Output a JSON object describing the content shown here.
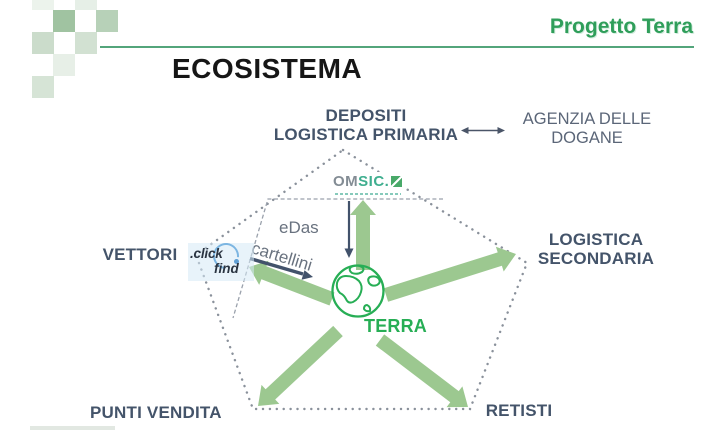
{
  "header": {
    "title": "ECOSISTEMA",
    "project": "Progetto Terra"
  },
  "diagram": {
    "top_node": {
      "line1": "DEPOSITI",
      "line2": "LOGISTICA PRIMARIA"
    },
    "customs_node": {
      "line1": "AGENZIA DELLE",
      "line2": "DOGANE"
    },
    "right_node": {
      "line1": "LOGISTICA",
      "line2": "SECONDARIA"
    },
    "left_node": {
      "label": "VETTORI"
    },
    "bottom_left_node": {
      "label": "PUNTI VENDITA"
    },
    "bottom_right_node": {
      "label": "RETISTI"
    },
    "center_node": {
      "label": "TERRA"
    },
    "flows": {
      "edas": "eDas",
      "cartellini": "cartellini"
    },
    "logos": {
      "omsic": {
        "gray_part": "OM",
        "teal_part": "SIC."
      },
      "clickfind": {
        "top": ".click",
        "bottom": "find"
      }
    },
    "colors": {
      "accent_green": "#2f9e5a",
      "arrow_green": "#9cc890",
      "terra_green": "#27ae55",
      "label_dark": "#44546a",
      "label_gray": "#5b6678",
      "dot_gray": "#8a919b"
    }
  }
}
